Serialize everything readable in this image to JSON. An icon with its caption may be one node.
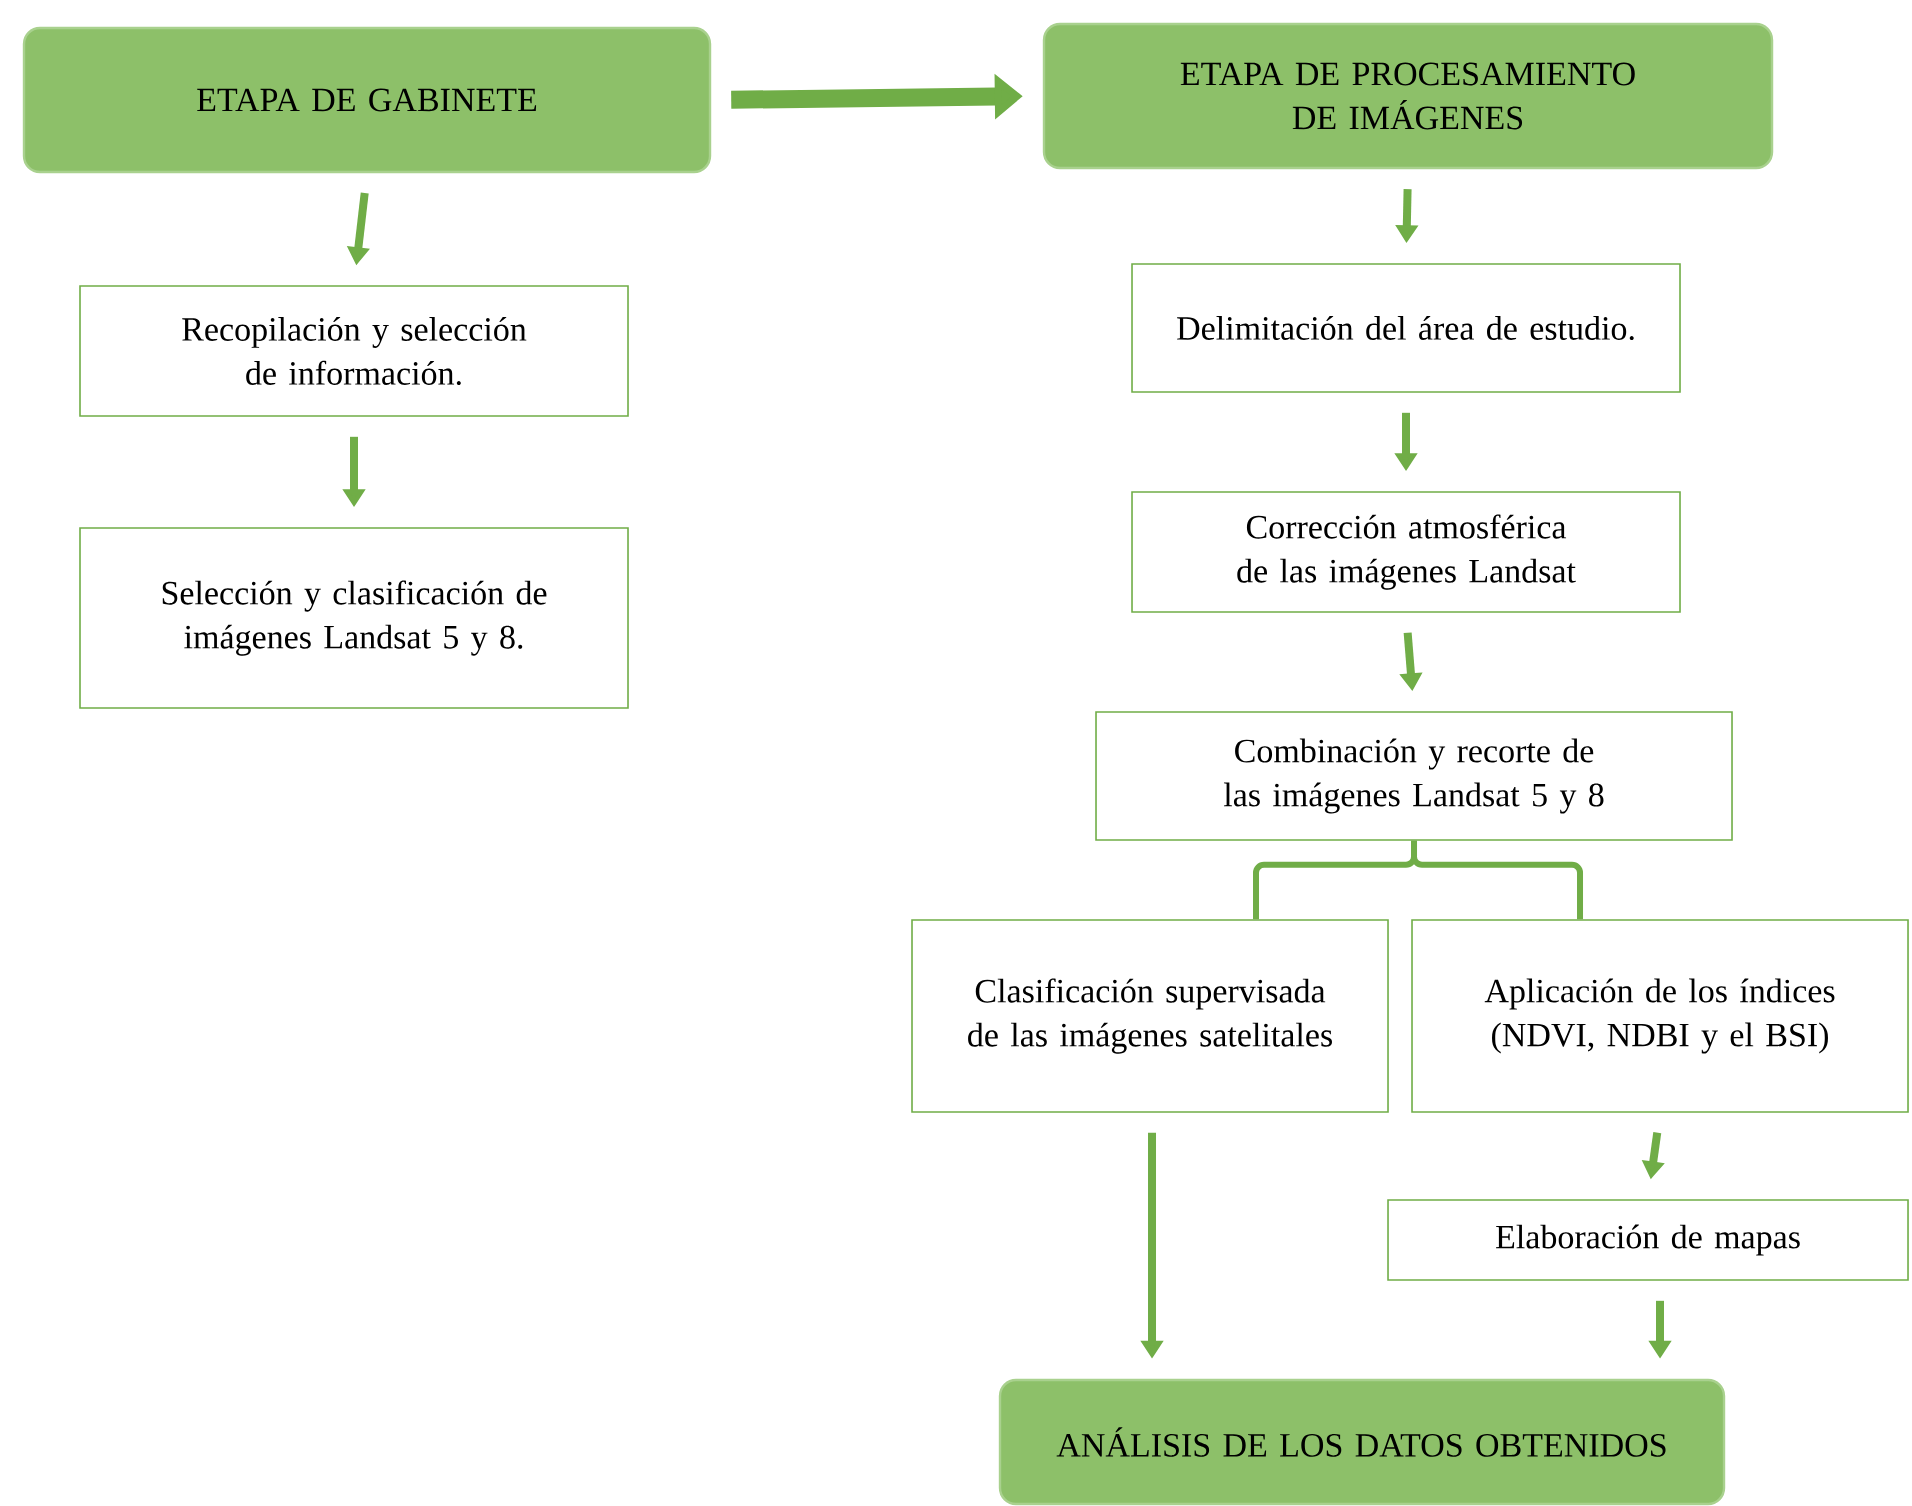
{
  "diagram": {
    "nodes": [
      {
        "text": [
          "ETAPA DE GABINETE"
        ]
      },
      {
        "text": [
          "ETAPA DE PROCESAMIENTO DE IMÁGENES"
        ]
      },
      {
        "text": [
          "Recopilación y selección de información."
        ]
      },
      {
        "text": [
          "Selección y clasificación de imágenes Landsat 5 y 8."
        ]
      },
      {
        "text": [
          "Delimitación del área de estudio."
        ]
      },
      {
        "text": [
          "Corrección atmosférica de las imágenes Landsat"
        ]
      },
      {
        "text": [
          "Combinación y recorte de las imágenes Landsat 5 y 8"
        ]
      },
      {
        "text": [
          "Clasificación supervisada de las imágenes satelitales"
        ]
      },
      {
        "text": [
          "Aplicación de los índices (NDVI, NDBI y el BSI)"
        ]
      },
      {
        "text": [
          "Elaboración de mapas"
        ]
      },
      {
        "text": [
          "ANÁLISIS DE LOS DATOS OBTENIDOS"
        ]
      }
    ],
    "edges": [
      {
        "from": 0,
        "to": 1,
        "arrow": "to",
        "style": "thick"
      },
      {
        "from": 0,
        "to": 2,
        "arrow": "to"
      },
      {
        "from": 2,
        "to": 3,
        "arrow": "to"
      },
      {
        "from": 1,
        "to": 4,
        "arrow": "to"
      },
      {
        "from": 4,
        "to": 5,
        "arrow": "to"
      },
      {
        "from": 5,
        "to": 6,
        "arrow": "to"
      },
      {
        "from": 6,
        "to": 7,
        "arrow": "none"
      },
      {
        "from": 6,
        "to": 8,
        "arrow": "none"
      },
      {
        "from": 7,
        "to": 10,
        "arrow": "to"
      },
      {
        "from": 8,
        "to": 9,
        "arrow": "to"
      },
      {
        "from": 9,
        "to": 10,
        "arrow": "to"
      }
    ]
  }
}
